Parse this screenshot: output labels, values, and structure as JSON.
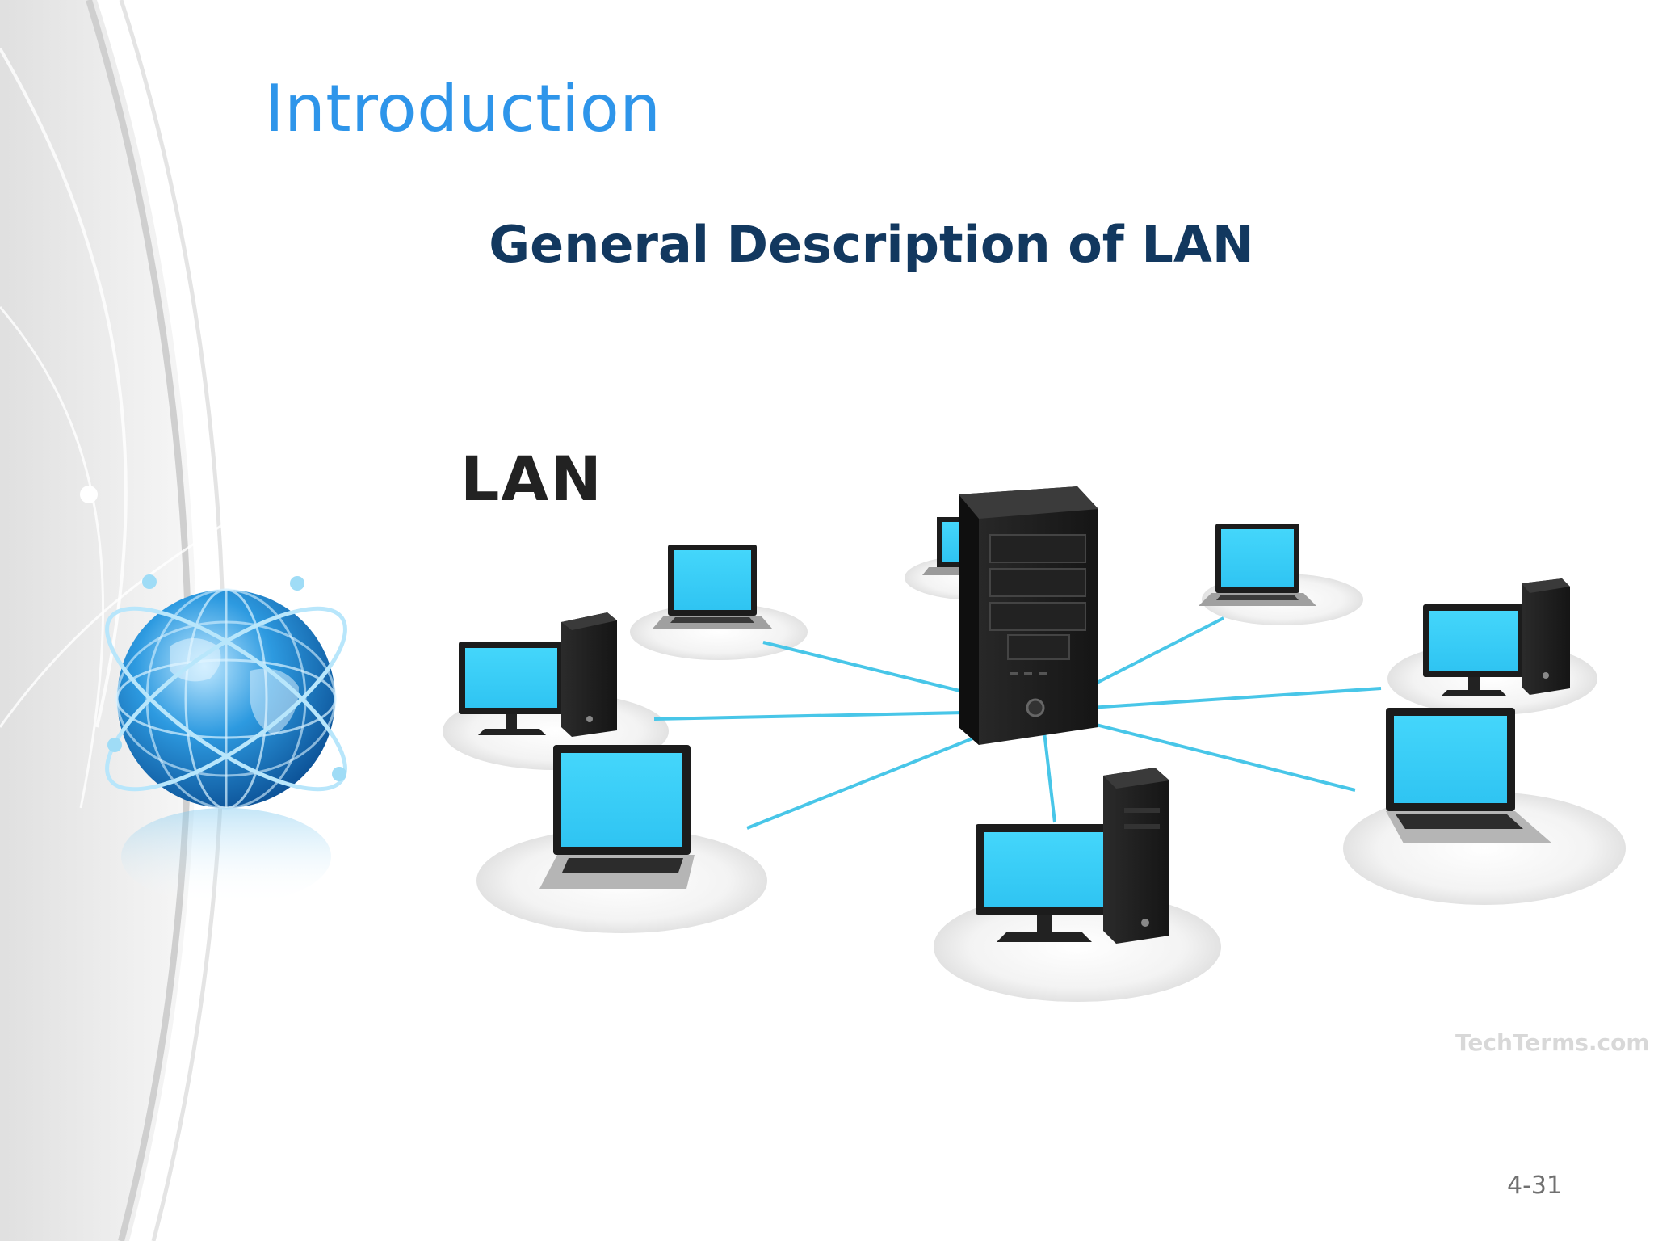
{
  "slide": {
    "title": "Introduction",
    "subtitle": "General Description of LAN",
    "page_number": "4-31"
  },
  "diagram": {
    "label": "LAN",
    "watermark": "TechTerms.com",
    "hub": "server-tower-icon",
    "nodes": [
      "laptop-icon",
      "laptop-icon",
      "desktop-computer-icon",
      "laptop-icon",
      "laptop-icon",
      "desktop-computer-icon",
      "laptop-icon",
      "desktop-computer-icon",
      "laptop-icon"
    ]
  },
  "colors": {
    "title": "#2e95ea",
    "subtitle": "#12385f",
    "screen": "#38cdf7",
    "link": "#48c6e8",
    "device": "#1f1f1f"
  }
}
